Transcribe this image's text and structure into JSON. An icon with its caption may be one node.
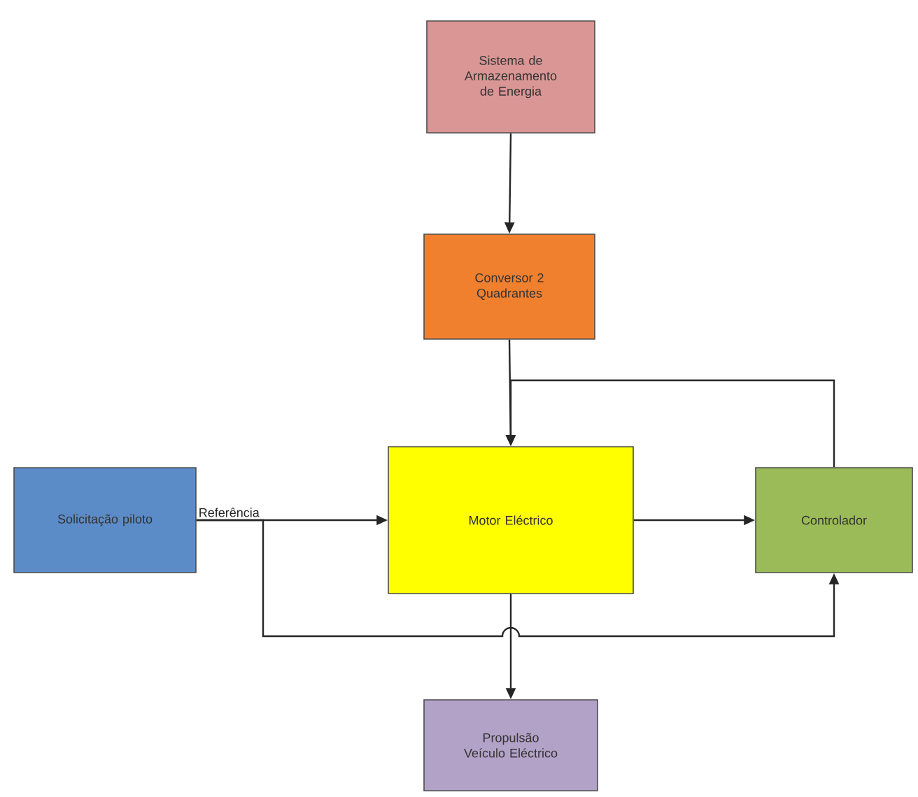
{
  "diagram": {
    "nodes": [
      {
        "text": [
          "Sistema de Armazenamento de Energia"
        ]
      },
      {
        "text": [
          "Conversor 2 Quadrantes"
        ]
      },
      {
        "text": [
          "Solicitação piloto"
        ]
      },
      {
        "text": [
          "Motor Eléctrico"
        ]
      },
      {
        "text": [
          "Controlador"
        ]
      },
      {
        "text": [
          "Propulsão Veículo Eléctrico"
        ]
      }
    ],
    "edges": [
      {
        "from": 0,
        "to": 1,
        "arrow": "to"
      },
      {
        "from": 1,
        "to": 3,
        "arrow": "to"
      },
      {
        "from": 4,
        "to": 3,
        "arrow": "to"
      },
      {
        "from": 2,
        "to": 3,
        "arrow": "to",
        "label": "Referência"
      },
      {
        "from": 3,
        "to": 4,
        "arrow": "to"
      },
      {
        "from": 2,
        "to": 4,
        "arrow": "to"
      },
      {
        "from": 3,
        "to": 5,
        "arrow": "to"
      }
    ]
  }
}
